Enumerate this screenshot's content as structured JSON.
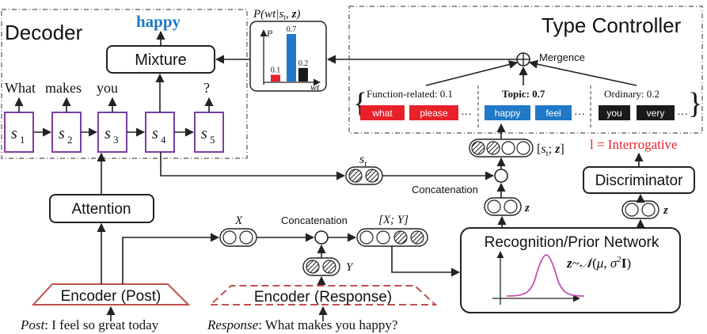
{
  "decoder": {
    "title": "Decoder",
    "output_word": "happy",
    "mixture_label": "Mixture",
    "words": [
      "What",
      "makes",
      "you",
      "?"
    ],
    "states": [
      "s1",
      "s2",
      "s3",
      "s4",
      "s5"
    ]
  },
  "distribution": {
    "title": "P(wt|s_t, z)",
    "y_axis": "P",
    "x_axis": "wt",
    "bars": [
      {
        "label": "0.1",
        "value": 0.1,
        "color": "#e8202a"
      },
      {
        "label": "0.7",
        "value": 0.7,
        "color": "#1f78c8"
      },
      {
        "label": "0.2",
        "value": 0.2,
        "color": "#1a1a1a"
      }
    ]
  },
  "type_controller": {
    "title": "Type Controller",
    "mergence_label": "Mergence",
    "groups": [
      {
        "title": "Function-related: 0.1",
        "color": "#e8202a",
        "words": [
          "what",
          "please"
        ]
      },
      {
        "title": "Topic: 0.7",
        "color": "#1f78c8",
        "words": [
          "happy",
          "feel"
        ]
      },
      {
        "title": "Ordinary: 0.2",
        "color": "#1a1a1a",
        "words": [
          "you",
          "very"
        ]
      }
    ]
  },
  "labels": {
    "st_z": "[s_t; z]",
    "interrogative": "l = Interrogative",
    "discriminator": "Discriminator",
    "z": "z",
    "concat1": "Concatenation",
    "concat2": "Concatenation",
    "st": "s_t",
    "attention": "Attention",
    "x": "X",
    "y": "Y",
    "xy": "[X; Y]",
    "recognition": "Recognition/Prior Network",
    "latent": "z~N(μ, σ²I)",
    "encoder_post": "Encoder (Post)",
    "encoder_response": "Encoder (Response)",
    "post_label": "Post",
    "post_text": ": I feel so great today",
    "response_label": "Response",
    "response_text": ": What makes you happy?"
  },
  "colors": {
    "red": "#e8202a",
    "blue": "#1f78c8",
    "black": "#1a1a1a",
    "purple": "#7b3fa0",
    "curve": "#c050b0",
    "encoder": "#c0504d"
  }
}
